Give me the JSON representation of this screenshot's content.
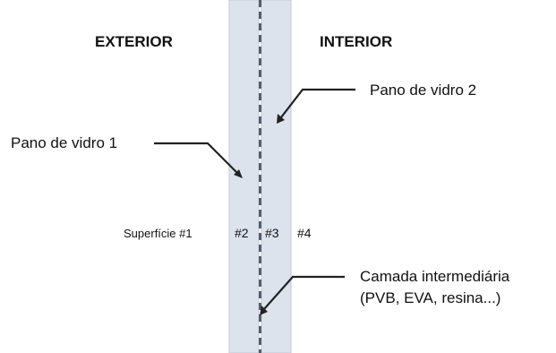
{
  "sides": {
    "exterior": "EXTERIOR",
    "interior": "INTERIOR"
  },
  "callouts": {
    "pane1": "Pano de vidro 1",
    "pane2": "Pano de vidro 2",
    "interlayer_line1": "Camada intermediária",
    "interlayer_line2": "(PVB, EVA, resina...)"
  },
  "surfaces": {
    "s1": "Superfície #1",
    "s2": "#2",
    "s3": "#3",
    "s4": "#4"
  },
  "colors": {
    "glass_fill": "#dde3ec",
    "glass_edge": "#c3cad6",
    "line": "#222222",
    "interlayer": "#555e6b"
  }
}
